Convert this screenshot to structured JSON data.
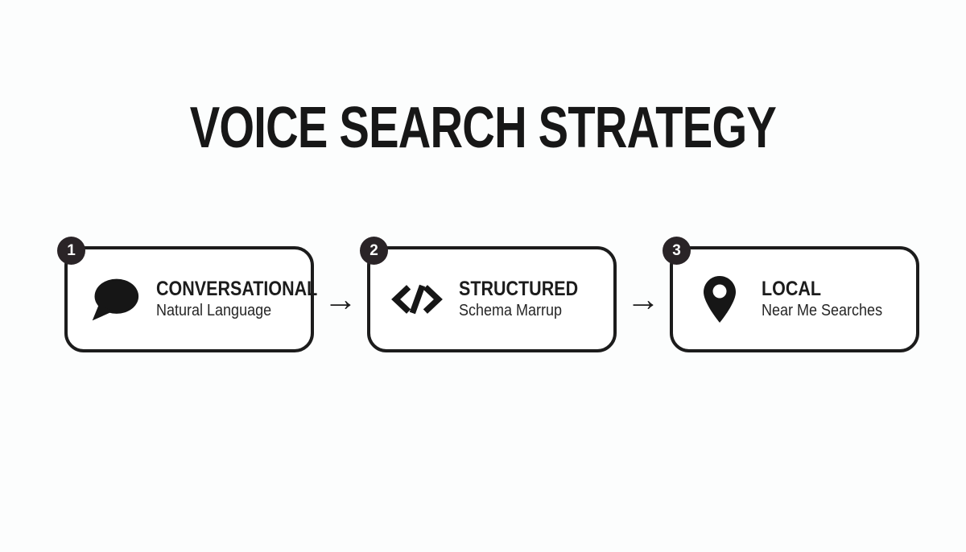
{
  "title": "VOICE SEARCH STRATEGY",
  "arrow": {
    "glyph": "→"
  },
  "colors": {
    "ink": "#1c1c1c",
    "badge": "#2a2427",
    "background": "#fcfdfd"
  },
  "steps": [
    {
      "number": "1",
      "icon": "speech-bubble-icon",
      "title": "CONVERSATIONAL",
      "subtitle": "Natural Language"
    },
    {
      "number": "2",
      "icon": "code-icon",
      "title": "STRUCTURED",
      "subtitle": "Schema Marrup"
    },
    {
      "number": "3",
      "icon": "location-pin-icon",
      "title": "LOCAL",
      "subtitle": "Near Me Searches"
    }
  ]
}
